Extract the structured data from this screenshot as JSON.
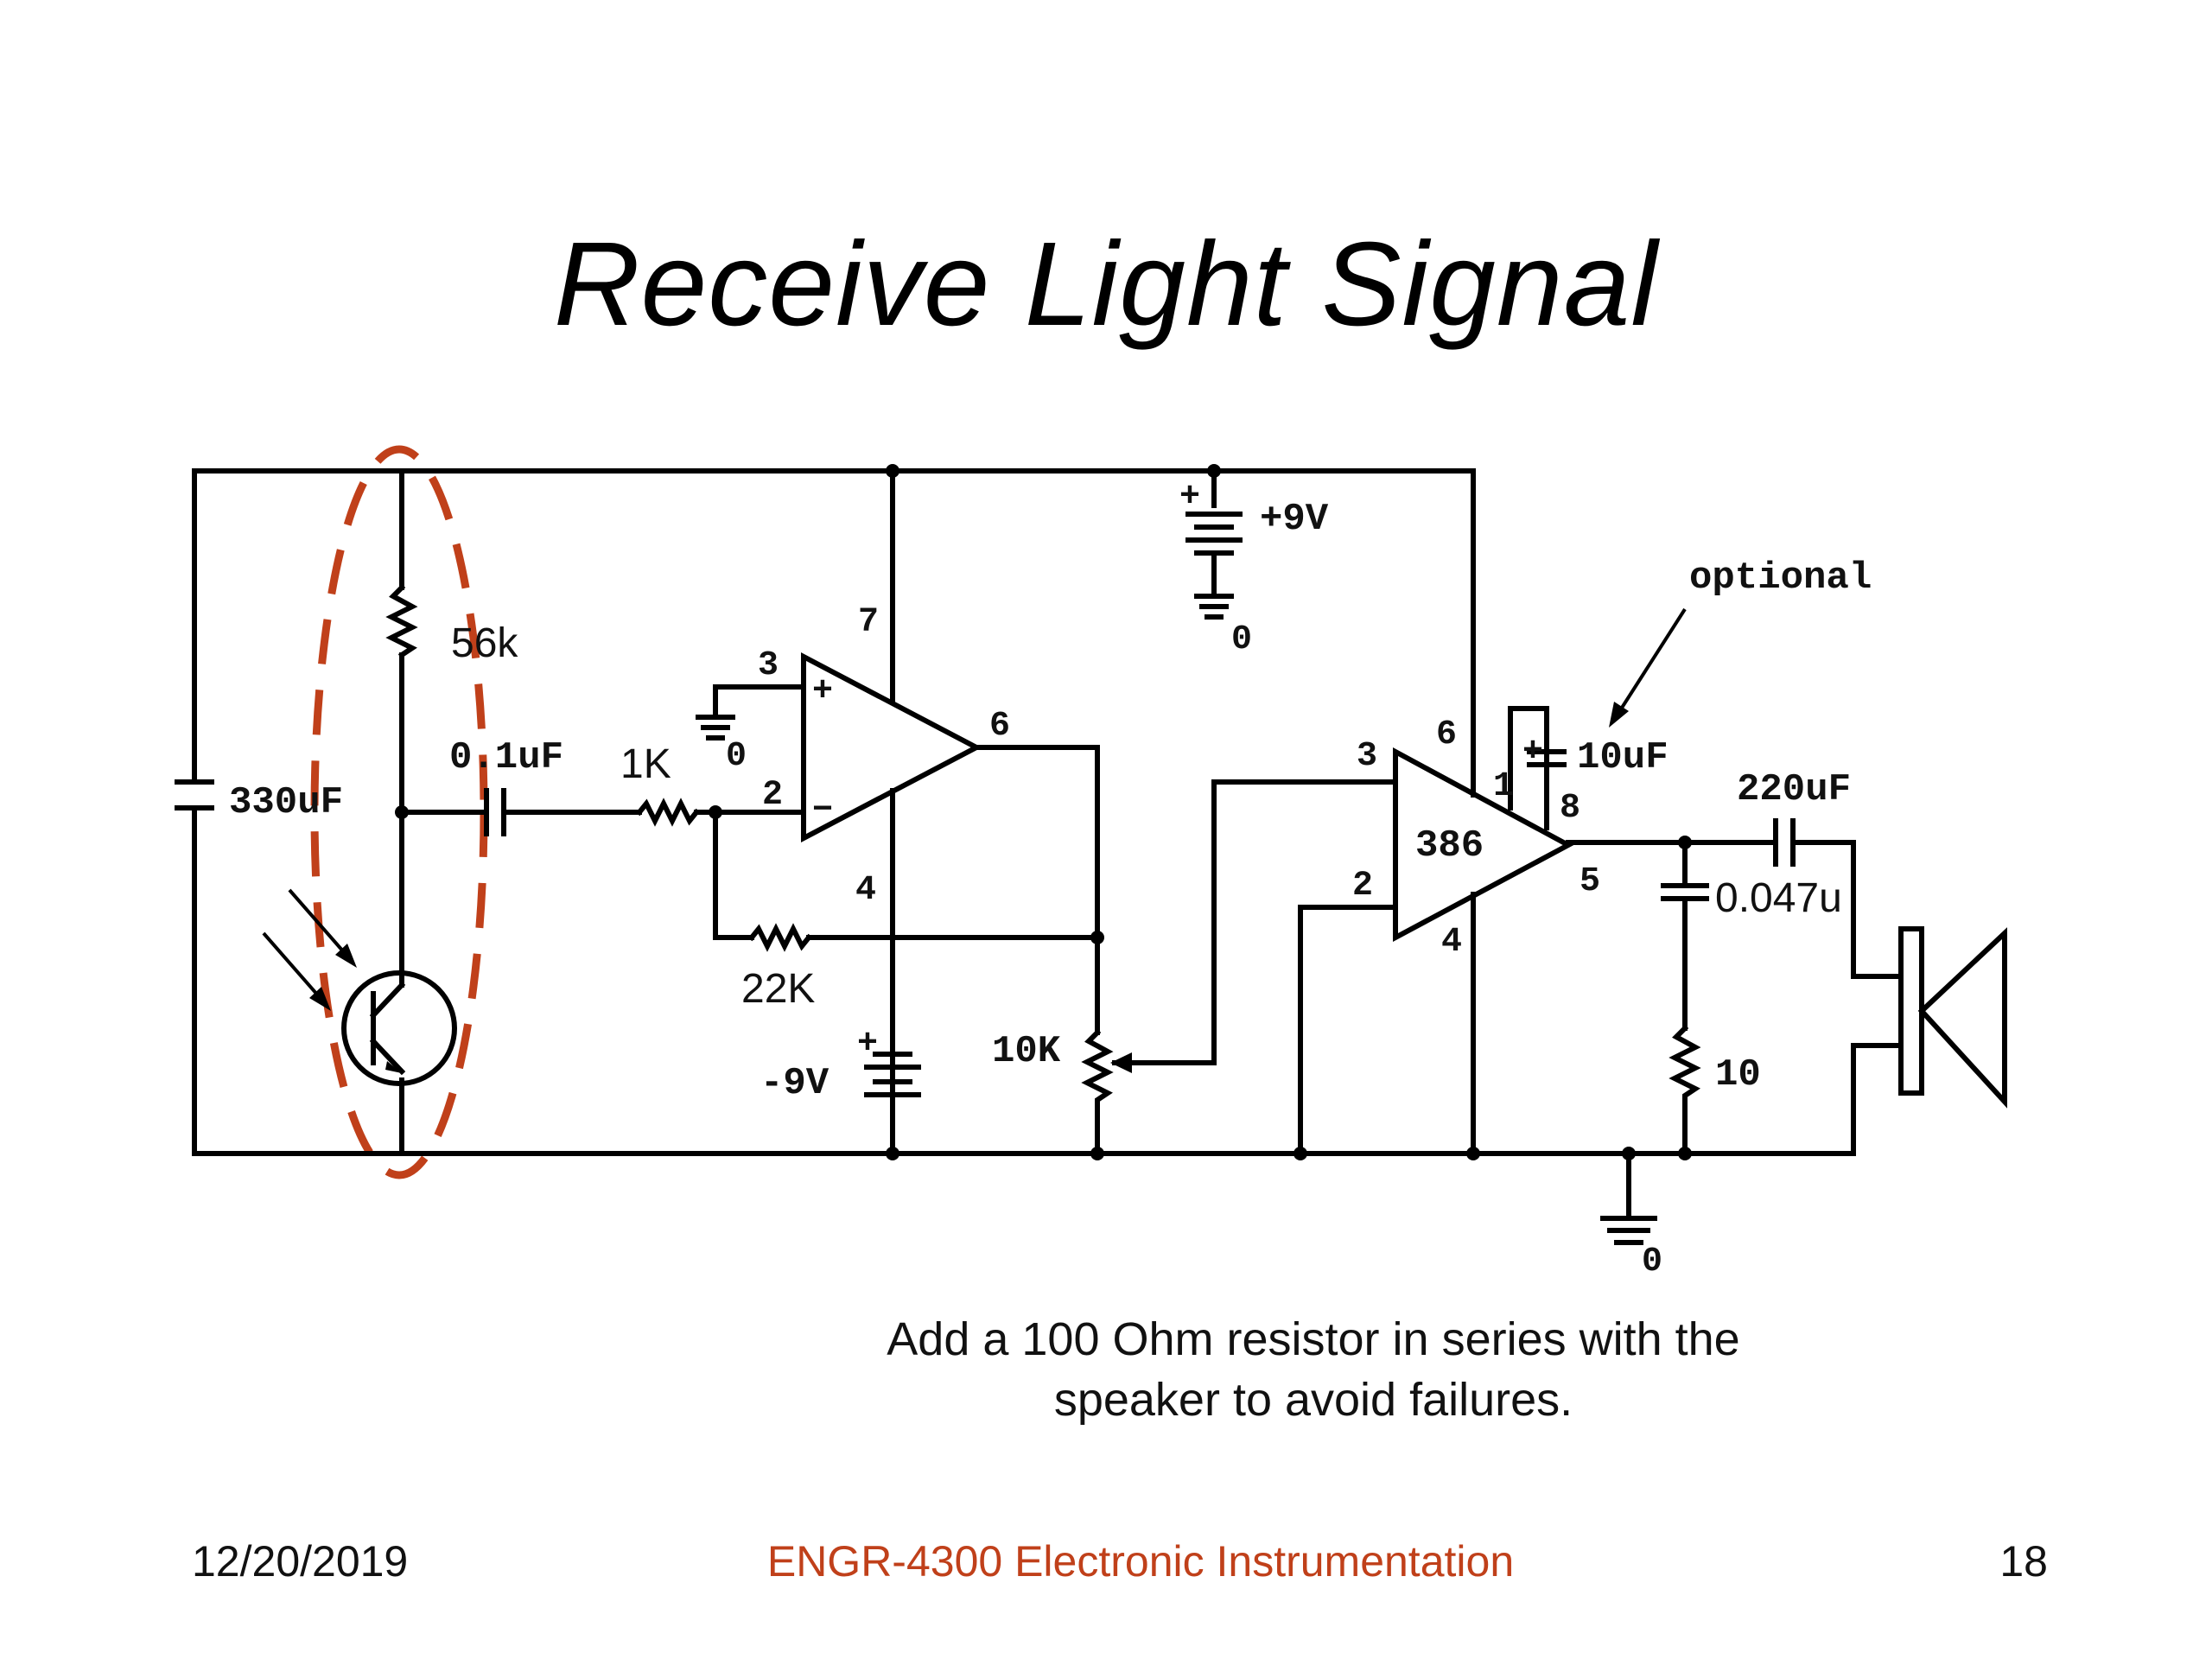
{
  "slide": {
    "title": "Receive Light Signal",
    "note_line1": "Add a 100 Ohm resistor in series with the",
    "note_line2": "speaker to avoid failures.",
    "footer": {
      "date": "12/20/2019",
      "course": "ENGR-4300  Electronic Instrumentation",
      "page": "18"
    }
  },
  "colors": {
    "highlight": "#c0401a",
    "footer_course": "#c0401a"
  },
  "schematic": {
    "labels": {
      "r56k": "56k",
      "c330": "330uF",
      "c01": "0.1uF",
      "r1k": "1K",
      "r22k": "22K",
      "neg9v": "-9V",
      "pos9v": "+9V",
      "gnd_top": "0",
      "gnd_opamp": "0",
      "gnd_bottom": "0",
      "pot10k": "10K",
      "optional": "optional",
      "c10uf": "10uF",
      "c220uf": "220uF",
      "c0047": "0.047u",
      "r10": "10",
      "lm386": "386"
    },
    "pins": {
      "op_3": "3",
      "op_2": "2",
      "op_7": "7",
      "op_6": "6",
      "op_4": "4",
      "amp_3": "3",
      "amp_2": "2",
      "amp_6": "6",
      "amp_1": "1",
      "amp_8": "8",
      "amp_5": "5",
      "amp_4": "4",
      "plus": "+",
      "minus": "−"
    }
  }
}
